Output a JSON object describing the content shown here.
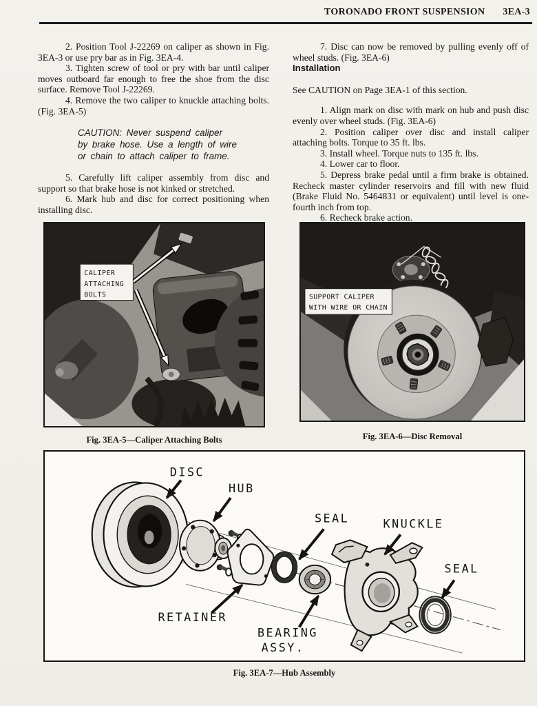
{
  "header": {
    "section_title": "TORONADO FRONT SUSPENSION",
    "page_number": "3EA-3"
  },
  "left_column": {
    "step_2": "2. Position Tool J-22269 on caliper as shown in Fig. 3EA-3 or use pry bar as in Fig. 3EA-4.",
    "step_3": "3. Tighten screw of tool or pry with bar until caliper moves outboard far enough to free the shoe from the disc surface. Remove Tool J-22269.",
    "step_4": "4. Remove the two caliper to knuckle attaching bolts. (Fig. 3EA-5)",
    "caution_lines": [
      "CAUTION: Never suspend caliper",
      "by brake hose. Use a length of wire",
      "or chain to attach caliper to frame."
    ],
    "step_5": "5. Carefully lift caliper assembly from disc and support so that brake hose is not kinked or stretched.",
    "step_6": "6. Mark hub and disc for correct positioning when installing disc."
  },
  "right_column": {
    "step_7": "7. Disc can now be removed by pulling evenly off of wheel studs. (Fig. 3EA-6)",
    "installation_heading": "Installation",
    "see_caution_note": "See CAUTION on Page 3EA-1 of this section.",
    "install_step_1": "1. Align mark on disc with mark on hub and push disc evenly over wheel studs. (Fig. 3EA-6)",
    "install_step_2": "2. Position caliper over disc and install caliper attaching bolts. Torque to 35 ft. lbs.",
    "install_step_3": "3. Install wheel. Torque nuts to 135 ft. lbs.",
    "install_step_4": "4. Lower car to floor.",
    "install_step_5": "5. Depress brake pedal until a firm brake is obtained. Recheck master cylinder reservoirs and fill with new fluid (Brake Fluid No. 5464831 or equivalent) until level is one-fourth inch from top.",
    "install_step_6": "6. Recheck brake action."
  },
  "figure_5": {
    "callout_lines": [
      "CALIPER",
      "ATTACHING",
      "BOLTS"
    ],
    "caption": "Fig. 3EA-5—Caliper Attaching Bolts"
  },
  "figure_6": {
    "callout_lines": [
      "SUPPORT CALIPER",
      "WITH WIRE OR CHAIN"
    ],
    "caption": "Fig. 3EA-6—Disc Removal"
  },
  "figure_7": {
    "caption": "Fig. 3EA-7—Hub Assembly",
    "labels": {
      "disc": "DISC",
      "hub": "HUB",
      "seal_inner": "SEAL",
      "knuckle": "KNUCKLE",
      "seal_outer": "SEAL",
      "retainer": "RETAINER",
      "bearing_line_1": "BEARING",
      "bearing_line_2": "ASSY."
    }
  }
}
